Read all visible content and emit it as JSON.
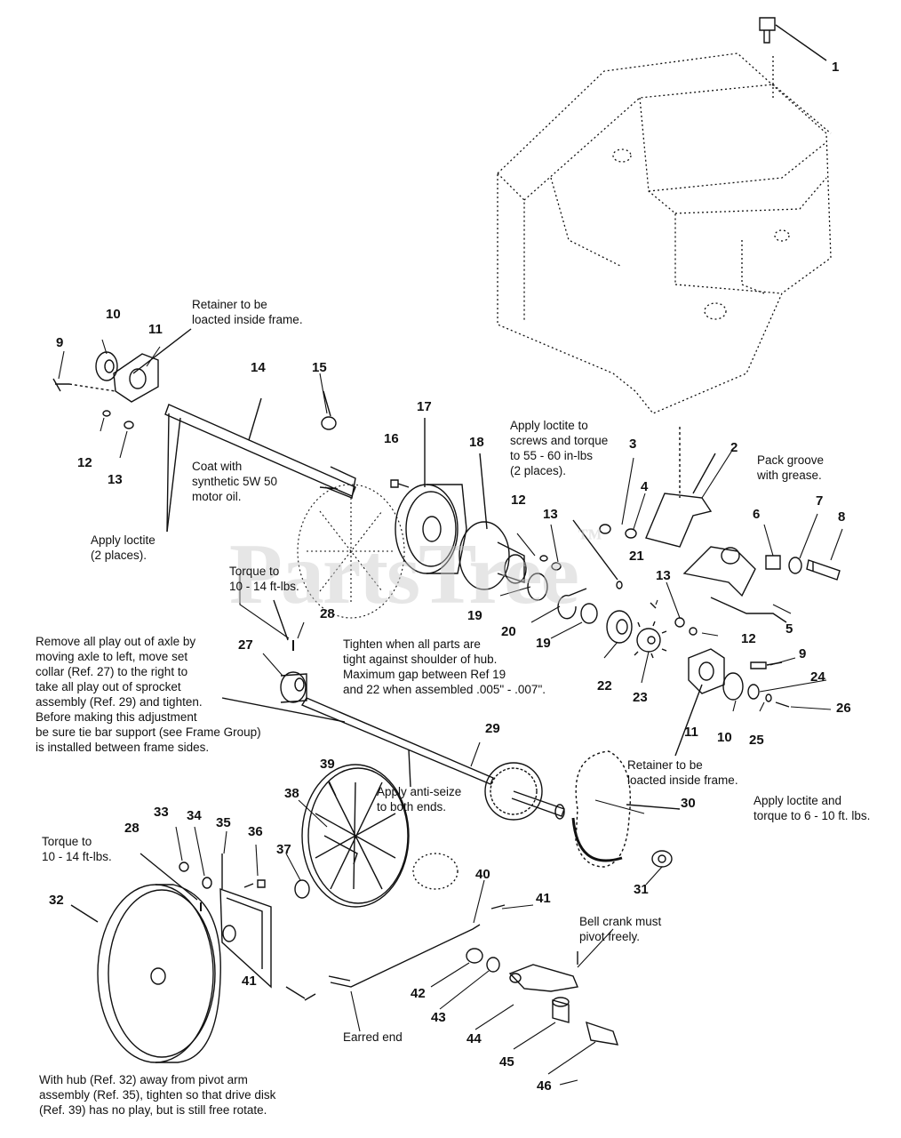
{
  "watermark": {
    "text": "PartsTree",
    "mark": "™"
  },
  "callouts": [
    {
      "id": "c1",
      "label": "1"
    },
    {
      "id": "c2",
      "label": "2"
    },
    {
      "id": "c3",
      "label": "3"
    },
    {
      "id": "c4",
      "label": "4"
    },
    {
      "id": "c5",
      "label": "5"
    },
    {
      "id": "c6",
      "label": "6"
    },
    {
      "id": "c7",
      "label": "7"
    },
    {
      "id": "c8",
      "label": "8"
    },
    {
      "id": "c9a",
      "label": "9"
    },
    {
      "id": "c9b",
      "label": "9"
    },
    {
      "id": "c10a",
      "label": "10"
    },
    {
      "id": "c10b",
      "label": "10"
    },
    {
      "id": "c11a",
      "label": "11"
    },
    {
      "id": "c11b",
      "label": "11"
    },
    {
      "id": "c12a",
      "label": "12"
    },
    {
      "id": "c12b",
      "label": "12"
    },
    {
      "id": "c12c",
      "label": "12"
    },
    {
      "id": "c13a",
      "label": "13"
    },
    {
      "id": "c13b",
      "label": "13"
    },
    {
      "id": "c13c",
      "label": "13"
    },
    {
      "id": "c14",
      "label": "14"
    },
    {
      "id": "c15",
      "label": "15"
    },
    {
      "id": "c16",
      "label": "16"
    },
    {
      "id": "c17",
      "label": "17"
    },
    {
      "id": "c18",
      "label": "18"
    },
    {
      "id": "c19a",
      "label": "19"
    },
    {
      "id": "c19b",
      "label": "19"
    },
    {
      "id": "c20",
      "label": "20"
    },
    {
      "id": "c21",
      "label": "21"
    },
    {
      "id": "c22",
      "label": "22"
    },
    {
      "id": "c23",
      "label": "23"
    },
    {
      "id": "c24",
      "label": "24"
    },
    {
      "id": "c25",
      "label": "25"
    },
    {
      "id": "c26",
      "label": "26"
    },
    {
      "id": "c27",
      "label": "27"
    },
    {
      "id": "c28a",
      "label": "28"
    },
    {
      "id": "c28b",
      "label": "28"
    },
    {
      "id": "c29",
      "label": "29"
    },
    {
      "id": "c30",
      "label": "30"
    },
    {
      "id": "c31",
      "label": "31"
    },
    {
      "id": "c32",
      "label": "32"
    },
    {
      "id": "c33",
      "label": "33"
    },
    {
      "id": "c34",
      "label": "34"
    },
    {
      "id": "c35",
      "label": "35"
    },
    {
      "id": "c36",
      "label": "36"
    },
    {
      "id": "c37",
      "label": "37"
    },
    {
      "id": "c38",
      "label": "38"
    },
    {
      "id": "c39",
      "label": "39"
    },
    {
      "id": "c40",
      "label": "40"
    },
    {
      "id": "c41a",
      "label": "41"
    },
    {
      "id": "c41b",
      "label": "41"
    },
    {
      "id": "c42",
      "label": "42"
    },
    {
      "id": "c43",
      "label": "43"
    },
    {
      "id": "c44",
      "label": "44"
    },
    {
      "id": "c45",
      "label": "45"
    },
    {
      "id": "c46",
      "label": "46"
    }
  ],
  "notes": {
    "retainer_left": [
      "Retainer to be",
      "loacted inside frame."
    ],
    "coat_oil": [
      "Coat with",
      "synthetic 5W 50",
      "motor oil."
    ],
    "apply_loctite_2": [
      "Apply loctite",
      "(2 places)."
    ],
    "loctite_screws": [
      "Apply loctite to",
      "screws and torque",
      "to 55 - 60 in-lbs",
      "(2 places)."
    ],
    "pack_groove": [
      "Pack groove",
      "with grease."
    ],
    "torque_top": [
      "Torque to",
      "10 - 14 ft-lbs."
    ],
    "remove_play": [
      "Remove all play out of axle by",
      "moving axle to left, move set",
      "collar (Ref. 27) to the right to",
      "take all play out of sprocket",
      "assembly (Ref. 29) and tighten.",
      "Before making this adjustment",
      "be sure tie bar support  (see Frame Group)",
      "is installed between frame sides."
    ],
    "tighten_hub": [
      "Tighten when all parts are",
      "tight against shoulder of hub.",
      "Maximum gap between Ref 19",
      "and 22 when assembled .005\" - .007\"."
    ],
    "retainer_right": [
      "Retainer to be",
      "loacted inside frame."
    ],
    "loctite_torque": [
      "Apply loctite and",
      "torque to 6 - 10 ft. lbs."
    ],
    "anti_seize": [
      "Apply anti-seize",
      "to both ends."
    ],
    "torque_bottom": [
      "Torque to",
      "10 - 14 ft-lbs."
    ],
    "bell_crank": [
      "Bell crank must",
      "pivot freely."
    ],
    "earred_end": [
      "Earred end"
    ],
    "with_hub": [
      "With hub (Ref. 32) away from pivot arm",
      "assembly (Ref. 35), tighten so that drive disk",
      "(Ref. 39) has no play, but is still free rotate."
    ]
  }
}
